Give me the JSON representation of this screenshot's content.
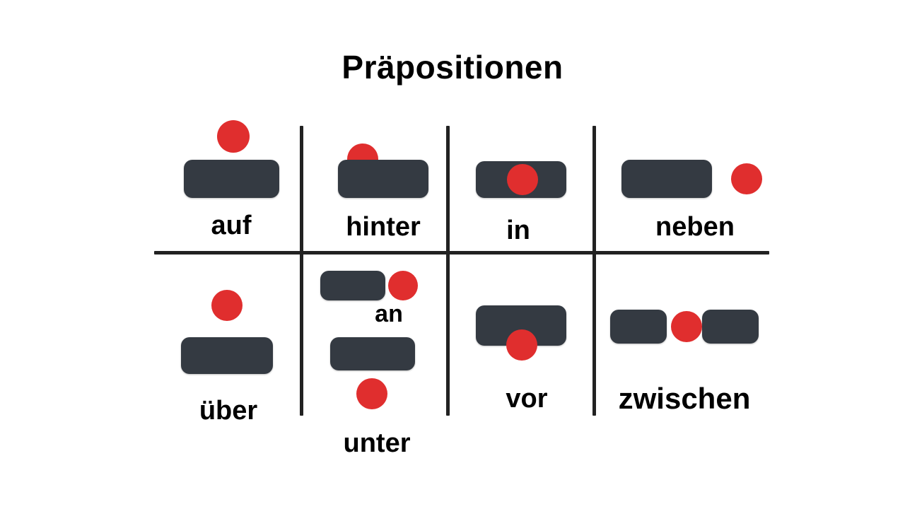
{
  "page": {
    "title": "Präpositionen",
    "background_color": "#ffffff",
    "text_color": "#000000",
    "box_color": "#343a42",
    "dot_color": "#e02e2e",
    "line_color": "#222222"
  },
  "grid": {
    "columns": 4,
    "rows": 2,
    "vertical_divider_count": 3,
    "horizontal_divider_count": 1
  },
  "cells": [
    {
      "id": "auf",
      "label": "auf",
      "row": 1,
      "column": 1,
      "relation": "dot above box, touching top edge"
    },
    {
      "id": "hinter",
      "label": "hinter",
      "row": 1,
      "column": 2,
      "relation": "dot behind box, partially hidden"
    },
    {
      "id": "in",
      "label": "in",
      "row": 1,
      "column": 3,
      "relation": "dot inside box"
    },
    {
      "id": "neben",
      "label": "neben",
      "row": 1,
      "column": 4,
      "relation": "dot beside box, to the right"
    },
    {
      "id": "ueber",
      "label": "über",
      "row": 2,
      "column": 1,
      "relation": "dot above box with gap"
    },
    {
      "id": "an",
      "label": "an",
      "row": 2,
      "column": 2,
      "relation": "dot touching right edge of small box"
    },
    {
      "id": "unter",
      "label": "unter",
      "row": 2,
      "column": 2,
      "relation": "dot below box"
    },
    {
      "id": "vor",
      "label": "vor",
      "row": 2,
      "column": 3,
      "relation": "dot in front of box, overlapping bottom edge"
    },
    {
      "id": "zwischen",
      "label": "zwischen",
      "row": 2,
      "column": 4,
      "relation": "dot between two boxes"
    }
  ]
}
